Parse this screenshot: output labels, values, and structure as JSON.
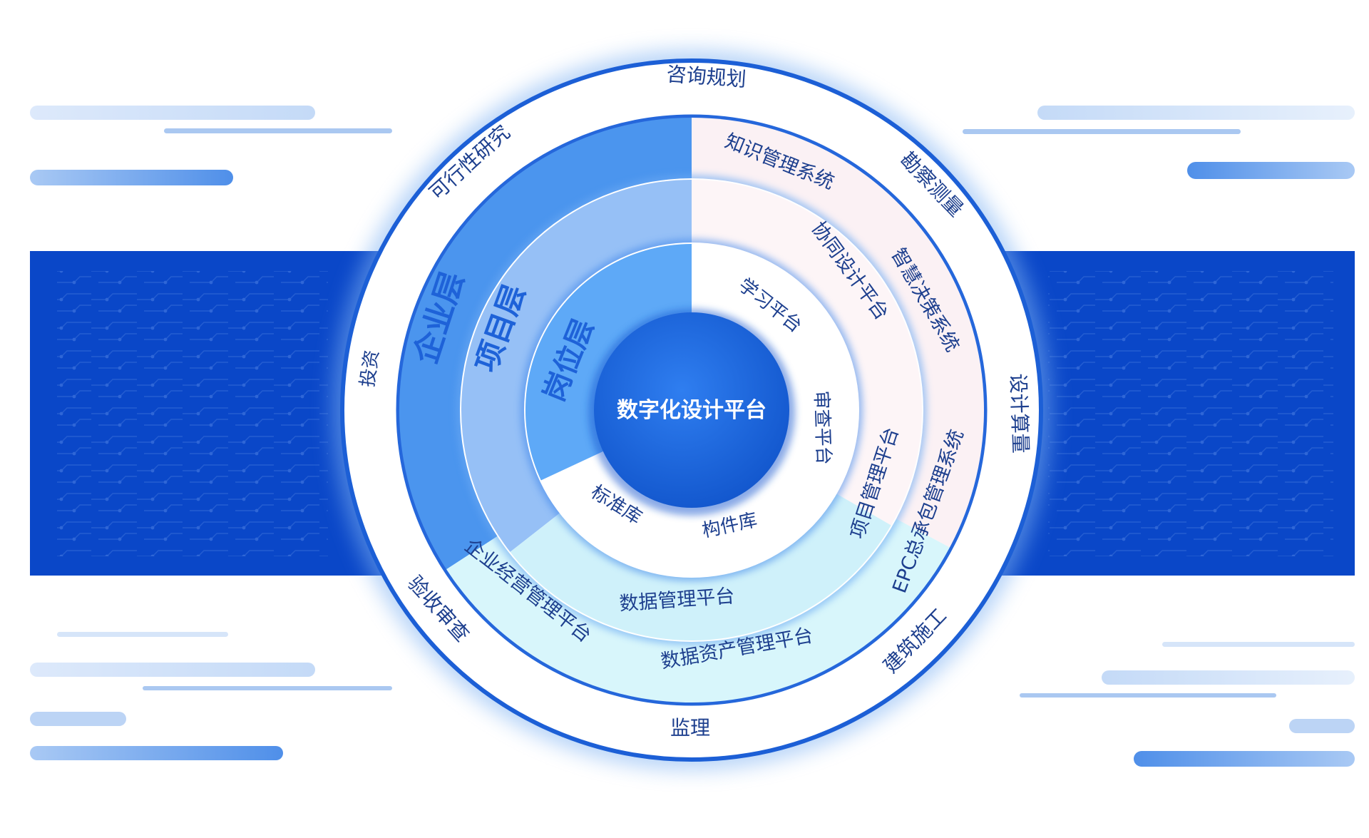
{
  "center": {
    "label": "数字化设计平台"
  },
  "layers": {
    "enterprise": "企业层",
    "project": "项目层",
    "position": "岗位层"
  },
  "outer_ring": {
    "top": "咨询规划",
    "upper_left": "可行性研究",
    "left": "投资",
    "lower_left": "验收审查",
    "bottom": "监理",
    "lower_right": "建筑施工",
    "right": "设计算量",
    "upper_right": "勘察测量"
  },
  "enterprise_ring": {
    "upper_right": "知识管理系统",
    "right_upper": "智慧决策系统",
    "right_lower": "EPC总承包管理系统",
    "bottom_left": "企业经营管理平台",
    "bottom": "数据资产管理平台"
  },
  "project_ring": {
    "upper_right": "协同设计平台",
    "right": "项目管理平台",
    "bottom": "数据管理平台"
  },
  "position_ring": {
    "upper_right": "学习平台",
    "right": "审查平台",
    "bottom_right": "构件库",
    "bottom_left": "标准库"
  },
  "colors": {
    "band": "#0a47c8",
    "enterprise": "#4b95ee",
    "project": "#96c0f6",
    "position": "#5ea9f7",
    "core": "#1a63d8",
    "cyan": "#d8f6fb",
    "text_dark": "#1d3f8e"
  }
}
